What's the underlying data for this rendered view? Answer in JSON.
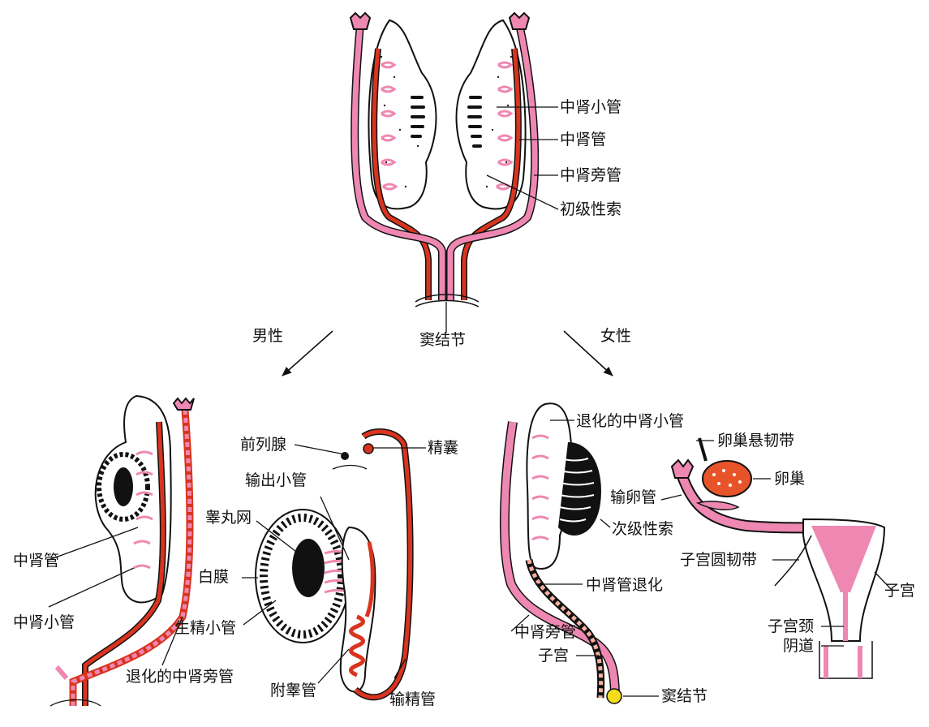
{
  "colors": {
    "mesonephric_duct": "#d9341f",
    "paramesonephric_duct": "#ee88b2",
    "ovary": "#e8542a",
    "sinus_tubercle": "#f2dc1c",
    "outline": "#111111"
  },
  "top": {
    "labels": {
      "mesonephric_tubules": "中肾小管",
      "mesonephric_duct": "中肾管",
      "paramesonephric_duct": "中肾旁管",
      "primary_sex_cords": "初级性索",
      "sinus_tubercle": "窦结节"
    }
  },
  "arrows": {
    "male": "男性",
    "female": "女性"
  },
  "male": {
    "labels": {
      "prostate": "前列腺",
      "seminal_vesicle": "精囊",
      "efferent_ductules": "输出小管",
      "rete_testis": "睾丸网",
      "tunica_albuginea": "白膜",
      "mesonephric_duct": "中肾管",
      "mesonephric_tubules": "中肾小管",
      "seminiferous_tubules": "生精小管",
      "degenerated_paramesonephric_duct": "退化的中肾旁管",
      "epididymal_duct": "附睾管",
      "vas_deferens": "输精管"
    }
  },
  "female": {
    "labels": {
      "degenerated_mesonephric_tubules": "退化的中肾小管",
      "suspensory_ligament": "卵巢悬韧带",
      "ovary": "卵巢",
      "oviduct": "输卵管",
      "secondary_sex_cords": "次级性索",
      "round_ligament": "子宫圆韧带",
      "mesonephric_duct_regression": "中肾管退化",
      "uterus_right": "子宫",
      "cervix": "子宫颈",
      "paramesonephric_duct": "中肾旁管",
      "vagina": "阴道",
      "uterus_left": "子宫",
      "sinus_tubercle": "窦结节"
    }
  }
}
